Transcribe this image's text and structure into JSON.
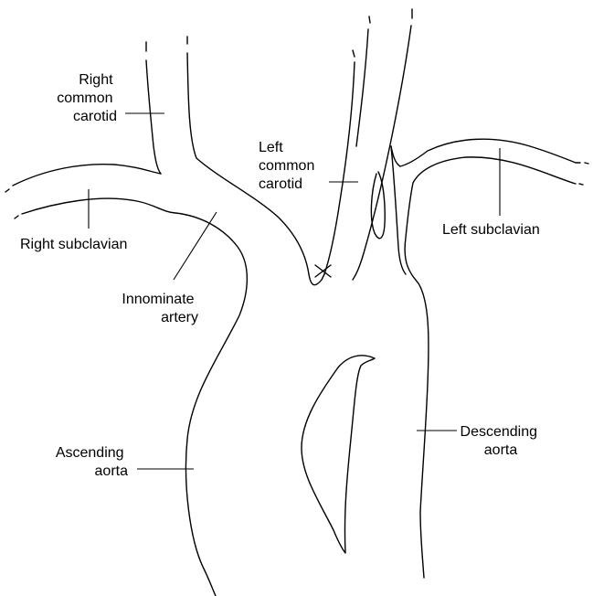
{
  "labels": {
    "right_common_carotid": [
      "Right",
      "common",
      "carotid"
    ],
    "left_common_carotid": [
      "Left",
      "common",
      "carotid"
    ],
    "right_subclavian": "Right subclavian",
    "left_subclavian": "Left subclavian",
    "innominate_artery": [
      "Innominate",
      "artery"
    ],
    "ascending_aorta": [
      "Ascending",
      "aorta"
    ],
    "descending_aorta": [
      "Descending",
      "aorta"
    ]
  },
  "colors": {
    "line": "#000000",
    "background": "#ffffff"
  }
}
